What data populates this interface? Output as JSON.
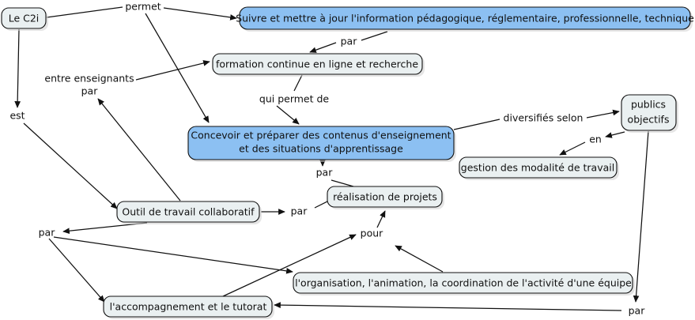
{
  "diagram": {
    "title": "Carte conceptuelle Le C2i",
    "colors": {
      "node_blue": "#8cc0f2",
      "node_plain": "#eaf0f1",
      "stroke": "#111111",
      "background": "#ffffff"
    },
    "nodes": [
      {
        "id": "c2i",
        "label": "Le C2i",
        "style": "plain"
      },
      {
        "id": "suivre",
        "label": "Suivre et mettre à jour l'information pédagogique, réglementaire, professionnelle, technique",
        "style": "blue"
      },
      {
        "id": "formation",
        "label": "formation continue en ligne et recherche",
        "style": "plain"
      },
      {
        "id": "concevoir1",
        "label": "Concevoir et préparer des contenus d'enseignement",
        "style": "blue"
      },
      {
        "id": "concevoir2",
        "label": "et des situations d'apprentissage",
        "style": "blue"
      },
      {
        "id": "publics1",
        "label": "publics",
        "style": "plain"
      },
      {
        "id": "publics2",
        "label": "objectifs",
        "style": "plain"
      },
      {
        "id": "gestion",
        "label": "gestion des modalité de travail",
        "style": "plain"
      },
      {
        "id": "outil",
        "label": "Outil de travail collaboratif",
        "style": "plain"
      },
      {
        "id": "realisation",
        "label": "réalisation de projets",
        "style": "plain"
      },
      {
        "id": "organisation",
        "label": "l'organisation, l'animation, la coordination de l'activité d'une équipe",
        "style": "plain"
      },
      {
        "id": "accompagne",
        "label": "l'accompagnement et le tutorat",
        "style": "plain"
      }
    ],
    "link_labels": [
      {
        "id": "permet",
        "label": "permet"
      },
      {
        "id": "par-top",
        "label": "par"
      },
      {
        "id": "est",
        "label": "est"
      },
      {
        "id": "entre-ens-1",
        "label": "entre enseignants"
      },
      {
        "id": "entre-ens-2",
        "label": "par"
      },
      {
        "id": "qui-permet",
        "label": "qui permet de"
      },
      {
        "id": "diversifies",
        "label": "diversifiés selon"
      },
      {
        "id": "en",
        "label": "en"
      },
      {
        "id": "par-mid",
        "label": "par"
      },
      {
        "id": "par-outil",
        "label": "par"
      },
      {
        "id": "par-left",
        "label": "par"
      },
      {
        "id": "pour",
        "label": "pour"
      },
      {
        "id": "par-bottom",
        "label": "par"
      }
    ]
  }
}
